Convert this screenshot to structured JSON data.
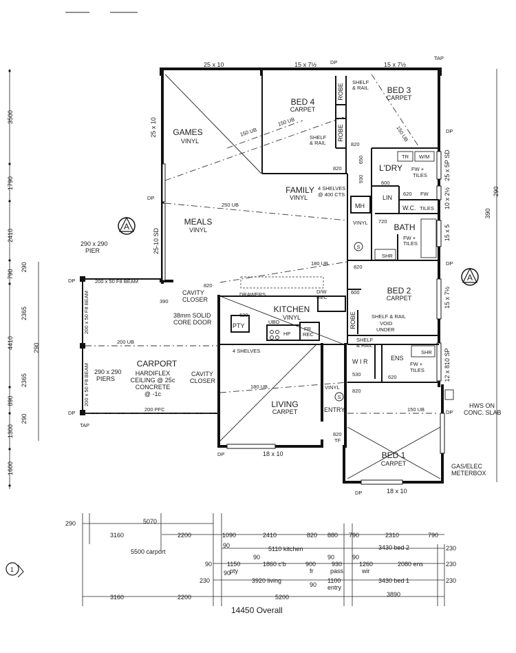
{
  "rooms": {
    "games": {
      "name": "GAMES",
      "floor": "VINYL"
    },
    "bed4": {
      "name": "BED 4",
      "floor": "CARPET"
    },
    "bed3": {
      "name": "BED 3",
      "floor": "CARPET"
    },
    "meals": {
      "name": "MEALS",
      "floor": "VINYL"
    },
    "family": {
      "name": "FAMILY",
      "floor": "VINYL"
    },
    "kitchen": {
      "name": "KITCHEN",
      "floor": "VINYL"
    },
    "bed2": {
      "name": "BED 2",
      "floor": "CARPET"
    },
    "carport": {
      "name": "CARPORT",
      "notes": [
        "HARDIFLEX",
        "CEILING @ 25c",
        "CONCRETE",
        "@ -1c"
      ]
    },
    "living": {
      "name": "LIVING",
      "floor": "CARPET"
    },
    "bed1": {
      "name": "BED 1",
      "floor": "CARPET"
    },
    "ldry": {
      "name": "L'DRY"
    },
    "bath": {
      "name": "BATH"
    }
  },
  "small_labels": {
    "robe": "ROBE",
    "shelf_rail": "SHELF & RAIL",
    "shelf": "SHELF",
    "rail": "& RAIL",
    "tr": "TR",
    "wm": "W/M",
    "fw": "FW",
    "fw_plus": "FW +",
    "tiles": "TILES",
    "lin": "LIN",
    "wc": "W.C.",
    "mh": "MH",
    "shr": "SHR",
    "ens": "ENS",
    "wir": "W I R",
    "pty": "PTY",
    "ubo": "UBO",
    "hp": "HP",
    "fr": "FR",
    "rec": "REC",
    "dw": "D/W",
    "drawers": "DRAWERS",
    "void": "VOID",
    "under": "UNDER",
    "entry": "ENTRY",
    "vinyl": "VINYL",
    "s": "S",
    "four_shelves": "4 SHELVES",
    "at_400": "@ 400 CTS",
    "shelves_4": "4 SHELVES",
    "cavity": "CAVITY",
    "closer": "CLOSER",
    "door_38": "38mm SOLID",
    "core_door": "CORE DOOR",
    "gas_elec": "GAS/ELEC",
    "meterbox": "METERBOX",
    "hws_on": "HWS ON",
    "conc_slab": "CONC. SLAB",
    "tap": "TAP",
    "dp": "DP",
    "pier": "PIER",
    "piers": "PIERS",
    "pier_size": "290 x 290",
    "section": "A",
    "view_no": "1"
  },
  "openings": {
    "w_25x10_top": "25 x 10",
    "w_15x7_top1": "15 x 7½",
    "w_15x7_top2": "15 x 7½",
    "w_25x10_left": "25 x 10",
    "w_25x10sd_left": "25-10 SD",
    "w_25x5sp": "25 x 5P SD",
    "w_10x2": "10 x 2½",
    "w_15x5": "15 x 5",
    "w_15x7_right": "15 x 7½",
    "w_12x810": "12 x 810 SP",
    "w_18x10_living": "18 x 10",
    "w_18x10_bed1": "18 x 10",
    "d_820_a": "820",
    "d_820_b": "820",
    "d_820_c": "820",
    "d_820_d": "820",
    "d_820_e": "820",
    "d_820tf": "820",
    "tf": "TF",
    "d_650": "650",
    "d_930": "930",
    "d_600_a": "600",
    "d_600_b": "600",
    "d_620_a": "620",
    "d_620_b": "620",
    "d_620_c": "620",
    "d_720": "720",
    "d_530": "530",
    "d_390": "390"
  },
  "beams": {
    "ub150_a": "150 UB",
    "ub150_b": "150 UB",
    "ub150_c": "150 UB",
    "ub150_d": "150 UB",
    "ub250": "250 UB",
    "ub180_a": "180 UB",
    "ub180_b": "180 UB",
    "ub200": "200 UB",
    "pfc200": "200 PFC",
    "fb_beam": "200 x 50 F8 BEAM",
    "fb_v1": "200 x 50 F8 BEAM",
    "fb_v2": "200 x 50 F8 BEAM"
  },
  "left_dims": [
    "3500",
    "1790",
    "2410",
    "790",
    "4410",
    "2365",
    "2365",
    "890",
    "1300",
    "1600"
  ],
  "left_dims2": [
    "290",
    "290",
    "290"
  ],
  "right_dims": [
    "290",
    "390"
  ],
  "bottom_dims": {
    "r1": [
      "290",
      "5070"
    ],
    "r2": [
      "3160",
      "2200",
      "1090",
      "2410",
      "820",
      "880",
      "790",
      "2310",
      "790"
    ],
    "r3": [
      "5500 carport",
      "90",
      "5110 kitchen",
      "3430 bed 2",
      "230"
    ],
    "r4": [
      "90",
      "1150",
      "90",
      "1860 c'b",
      "900",
      "90",
      "930",
      "90",
      "1260",
      "2080 ens",
      "230"
    ],
    "r4sub": [
      "pty",
      "fr",
      "pass",
      "wir"
    ],
    "r5": [
      "230",
      "90",
      "3920 living",
      "90",
      "1100",
      "3430 bed 1",
      "230"
    ],
    "r5sub": [
      "entry"
    ],
    "r6": [
      "3160",
      "2200",
      "5200",
      "3890"
    ],
    "overall": "14450 Overall"
  }
}
